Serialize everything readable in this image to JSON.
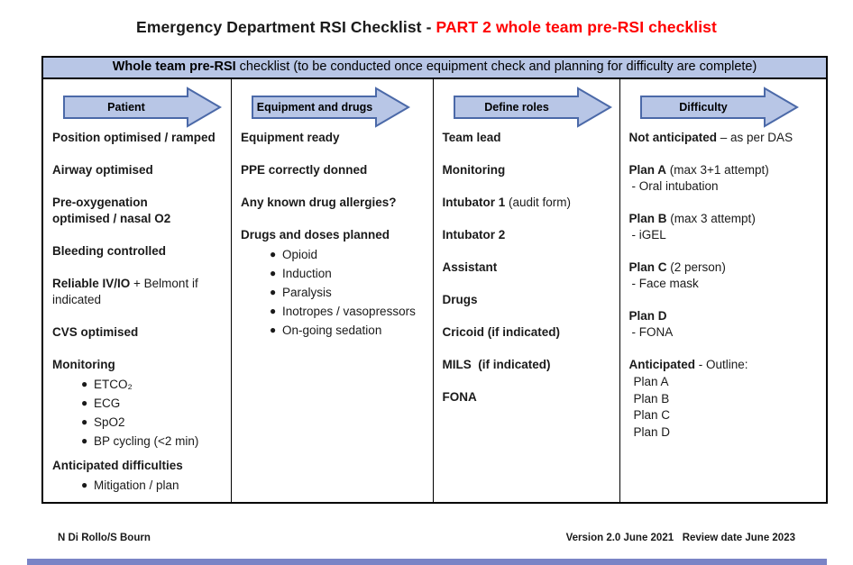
{
  "title": {
    "black": "Emergency Department RSI Checklist - ",
    "red": "PART 2 whole team pre-RSI checklist"
  },
  "banner": {
    "bold": "Whole team pre-RSI",
    "rest": " checklist (to be conducted once equipment check and planning for difficulty are complete)"
  },
  "columns": {
    "patient": {
      "arrow": "Patient",
      "items": [
        {
          "b": "Position optimised / ramped"
        },
        {
          "b": "Airway optimised"
        },
        {
          "b": "Pre-oxygenation\noptimised / nasal O2"
        },
        {
          "b": "Bleeding controlled"
        },
        {
          "b": "Reliable IV/IO",
          "r": " + Belmont if indicated"
        },
        {
          "b": "CVS optimised"
        },
        {
          "b": "Monitoring"
        },
        {
          "b": "Anticipated difficulties"
        }
      ],
      "monitoring_bullets": [
        "ETCO₂",
        "ECG",
        "SpO2",
        "BP cycling (<2 min)"
      ],
      "difficulties_bullets": [
        "Mitigation / plan"
      ]
    },
    "equipment": {
      "arrow": "Equipment and drugs",
      "items": [
        {
          "b": "Equipment ready"
        },
        {
          "b": "PPE correctly donned"
        },
        {
          "b": "Any known drug allergies?"
        },
        {
          "b": "Drugs and doses planned"
        }
      ],
      "drug_bullets": [
        "Opioid",
        "Induction",
        "Paralysis",
        "Inotropes / vasopressors",
        "On-going sedation"
      ]
    },
    "roles": {
      "arrow": "Define roles",
      "items": [
        {
          "b": "Team lead"
        },
        {
          "b": "Monitoring"
        },
        {
          "b": "Intubator 1",
          "r": " (audit form)"
        },
        {
          "b": "Intubator 2"
        },
        {
          "b": "Assistant"
        },
        {
          "b": "Drugs"
        },
        {
          "b": "Cricoid (if indicated)"
        },
        {
          "b": "MILS  (if indicated)"
        },
        {
          "b": "FONA"
        }
      ]
    },
    "difficulty": {
      "arrow": "Difficulty",
      "items": [
        {
          "b": "Not anticipated",
          "r": " – as per DAS"
        },
        {
          "b": "Plan A",
          "r": " (max 3+1 attempt)",
          "sub": "- Oral intubation"
        },
        {
          "b": "Plan B",
          "r": " (max 3 attempt)",
          "sub": "- iGEL"
        },
        {
          "b": "Plan C",
          "r": " (2 person)",
          "sub": "- Face mask"
        },
        {
          "b": "Plan D",
          "sub": "- FONA"
        },
        {
          "b": "Anticipated",
          "r": " - Outline:"
        }
      ],
      "outline_plans": [
        "Plan A",
        "Plan B",
        "Plan C",
        "Plan D"
      ]
    }
  },
  "footer": {
    "author": "N Di Rollo/S Bourn",
    "version": "Version 2.0 June 2021   Review date June 2023"
  },
  "colors": {
    "accent_fill": "#b8c6e6",
    "accent_border": "#4b69a8",
    "title_red": "#ff0000",
    "bottom_bar": "#7a84c6"
  }
}
